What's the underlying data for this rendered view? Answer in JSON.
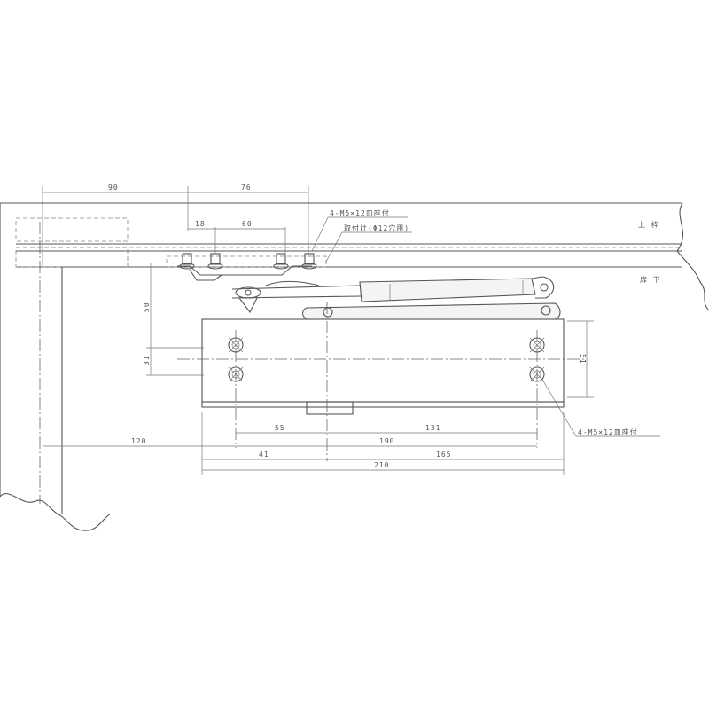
{
  "dimensions": {
    "d90": "90",
    "d76": "76",
    "d18": "18",
    "d60": "60",
    "d50": "50",
    "d31": "31",
    "d51": "51",
    "d55": "55",
    "d131": "131",
    "d120": "120",
    "d190": "190",
    "d41": "41",
    "d165": "165",
    "d210": "210"
  },
  "callouts": {
    "bracket_screws": "4-M5×12皿座付",
    "bracket_spec": "取付け(Φ12穴用)",
    "body_screws": "4-M5×12皿座付"
  },
  "side_labels": {
    "upper": "上 枠",
    "lower": "扉 下"
  }
}
